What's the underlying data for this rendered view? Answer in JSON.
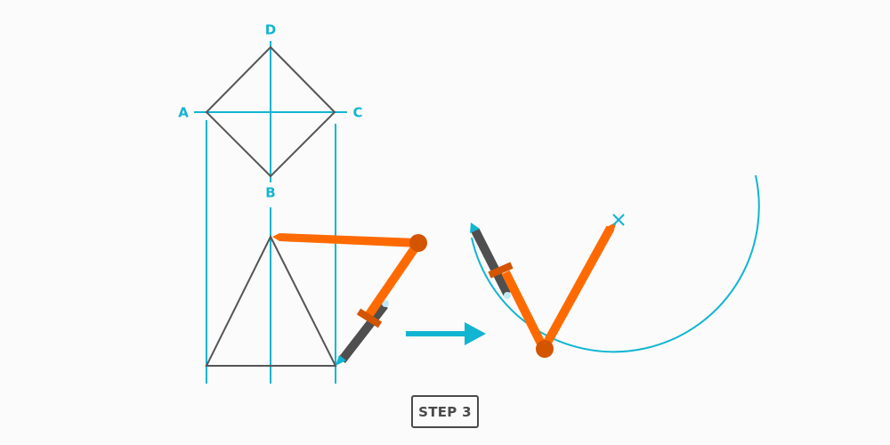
{
  "labels": {
    "A": "A",
    "B": "B",
    "C": "C",
    "D": "D"
  },
  "step": {
    "label": "STEP 3"
  },
  "colors": {
    "background": "#fbfbfb",
    "guide": "#12b5d1",
    "outline": "#555555",
    "compass_arm": "#ff6a00",
    "compass_joint": "#d45500",
    "pencil": "#4f4f4f",
    "pencil_tip": "#12b5d1",
    "step_border": "#4a4a4a"
  },
  "figure": {
    "square": {
      "top": "D",
      "right": "C",
      "bottom": "B",
      "left": "A"
    },
    "triangle": "equilateral-triangle",
    "tool": "compass",
    "arrow": "right-arrow",
    "marker": "x-mark"
  }
}
